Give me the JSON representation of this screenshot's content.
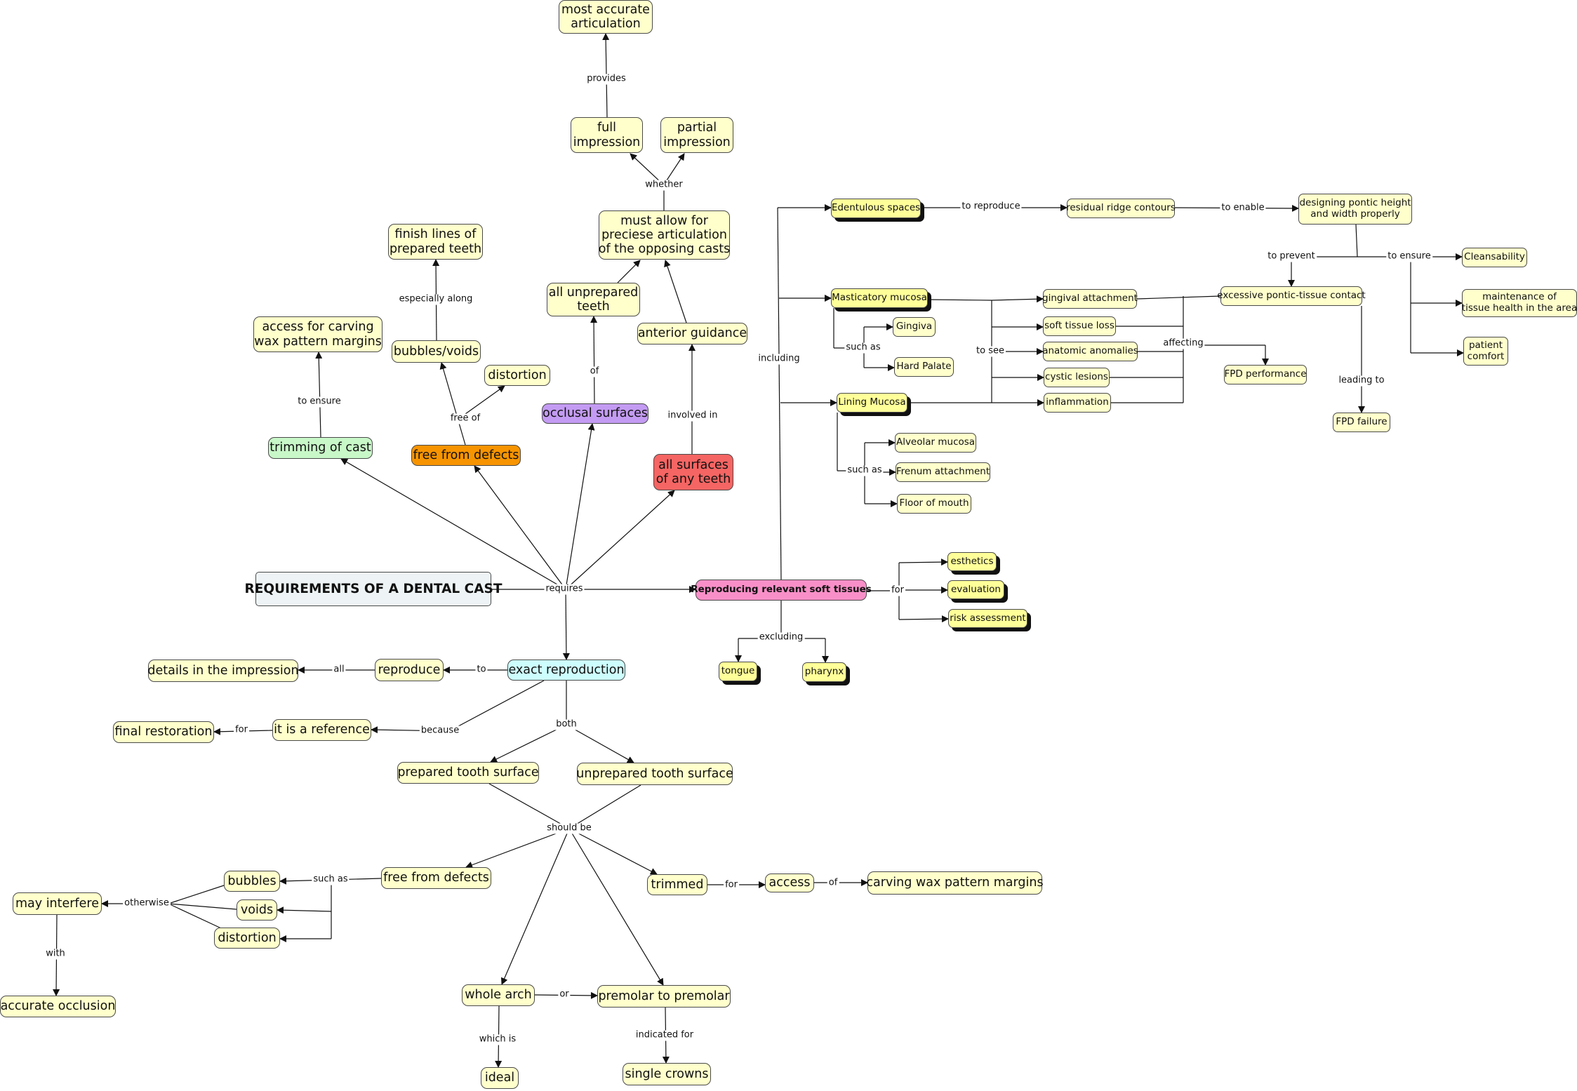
{
  "colors": {
    "default": "#ffffcc",
    "title": "#eef4f5",
    "requires_green": "#c8f7c8",
    "orange": "#f79400",
    "purple": "#c39bf2",
    "red": "#f56563",
    "cyan": "#cdfdfd",
    "pink": "#f98fc8",
    "yellow_strong": "#ffff99",
    "line": "#111111"
  },
  "nodes": {
    "title": "REQUIREMENTS OF A DENTAL CAST",
    "most_accurate": "most accurate\narticulation",
    "full_impression": "full\nimpression",
    "partial_impression": "partial\nimpression",
    "must_allow": "must allow for\npreciese articulation\nof the opposing casts",
    "finish_lines": "finish lines of\nprepared teeth",
    "access_carving": "access for carving\nwax pattern margins",
    "bubbles_voids": "bubbles/voids",
    "distortion_top": "distortion",
    "all_unprepared": "all unprepared\nteeth",
    "anterior_guidance": "anterior guidance",
    "occlusal_surfaces": "occlusal surfaces",
    "trimming": "trimming of cast",
    "free_defects_orange": "free from defects",
    "all_surfaces": "all surfaces\nof any teeth",
    "edentulous": "Edentulous spaces",
    "residual_ridge": "residual ridge contours",
    "designing_pontic": "designing pontic height\nand width properly",
    "cleansability": "Cleansability",
    "maintenance": "maintenance of\ntissue health in the area",
    "patient_comfort": "patient\ncomfort",
    "masticatory": "Masticatory mucosa",
    "gingival_attachment": "gingival attachment",
    "excessive_contact": "excessive pontic-tissue contact",
    "gingiva": "Gingiva",
    "soft_tissue_loss": "soft tissue loss",
    "hard_palate": "Hard Palate",
    "anatomic_anomalies": "anatomic anomalies",
    "fpd_performance": "FPD performance",
    "cystic_lesions": "cystic lesions",
    "lining_mucosa": "Lining Mucosa",
    "inflammation": "inflammation",
    "fpd_failure": "FPD failure",
    "alveolar_mucosa": "Alveolar mucosa",
    "frenum": "Frenum attachment",
    "floor_mouth": "Floor of mouth",
    "reproducing_soft": "Reproducing relevant soft tissues",
    "esthetics": "esthetics",
    "evaluation": "evaluation",
    "risk_assessment": "risk assessment",
    "tongue": "tongue",
    "pharynx": "pharynx",
    "details_impression": "details in the impression",
    "reproduce": "reproduce",
    "exact_reproduction": "exact reproduction",
    "final_restoration": "final restoration",
    "is_reference": "it is a reference",
    "prepared_surface": "prepared tooth surface",
    "unprepared_surface": "unprepared tooth surface",
    "may_interfere": "may interfere",
    "bubbles": "bubbles",
    "free_defects_bottom": "free from defects",
    "voids": "voids",
    "distortion_bottom": "distortion",
    "trimmed": "trimmed",
    "access": "access",
    "carving_wax": "carving wax pattern margins",
    "accurate_occlusion": "accurate occlusion",
    "whole_arch": "whole arch",
    "premolar": "premolar to premolar",
    "ideal": "ideal",
    "single_crowns": "single crowns"
  },
  "labels": {
    "provides": "provides",
    "whether": "whether",
    "especially_along": "especially along",
    "to_ensure_1": "to ensure",
    "free_of": "free of",
    "of_1": "of",
    "involved_in": "involved in",
    "to_reproduce": "to reproduce",
    "to_enable": "to enable",
    "to_prevent": "to prevent",
    "to_ensure_2": "to ensure",
    "including": "including",
    "such_as_1": "such as",
    "to_see": "to see",
    "affecting": "affecting",
    "leading_to": "leading to",
    "such_as_2": "such as",
    "requires": "requires",
    "for_1": "for",
    "excluding": "excluding",
    "all": "all",
    "to": "to",
    "for_2": "for",
    "because": "because",
    "both": "both",
    "should_be": "should be",
    "otherwise": "otherwise",
    "such_as_3": "such as",
    "for_3": "for",
    "of_2": "of",
    "with": "with",
    "or": "or",
    "which_is": "which is",
    "indicated_for": "indicated for"
  }
}
